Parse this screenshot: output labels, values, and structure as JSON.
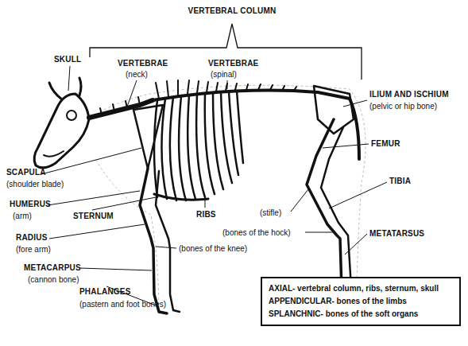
{
  "diagram": {
    "nodes": [
      {
        "text": [
          "AXIAL- vertebral column, ribs, sternum, skull",
          "APPENDICULAR- bones of the limbs",
          "SPLANCHNIC- bones of the soft organs"
        ]
      }
    ],
    "labels": [
      "VERTEBRAL COLUMN",
      "SKULL",
      "VERTEBRAE",
      "(neck)",
      "VERTEBRAE",
      "(spinal)",
      "ILIUM AND ISCHIUM",
      "(pelvic or hip bone)",
      "FEMUR",
      "SCAPULA",
      "(shoulder blade)",
      "TIBIA",
      "HUMERUS",
      "(arm)",
      "STERNUM",
      "RIBS",
      "(stifle)",
      "(bones of the hock)",
      "METATARSUS",
      "RADIUS",
      "(fore arm)",
      "(bones of the knee)",
      "METACARPUS",
      "(cannon bone)",
      "PHALANGES",
      "(pastern and foot bones)"
    ]
  }
}
